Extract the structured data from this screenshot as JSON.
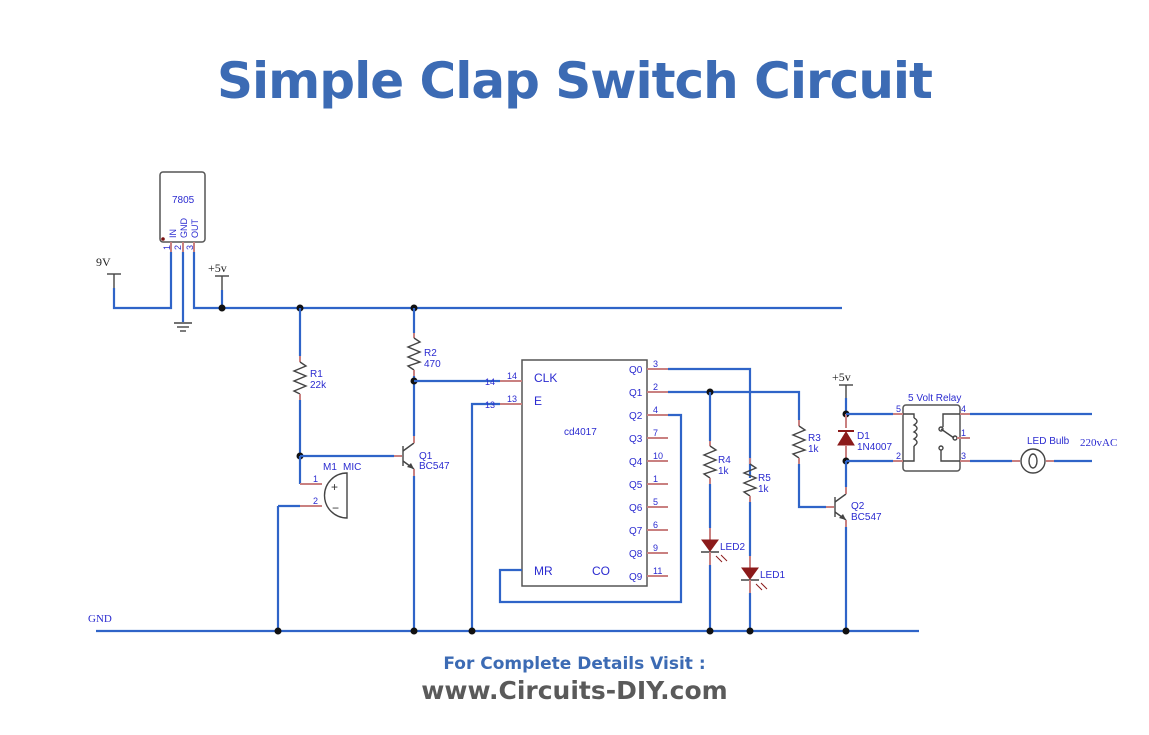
{
  "title": "Simple Clap Switch Circuit",
  "footer": {
    "line1": "For Complete Details Visit :",
    "line2": "www.Circuits-DIY.com"
  },
  "colors": {
    "title": "#3c6bb4",
    "wire": "#2f64c8",
    "pin": "#c98080",
    "label": "#2b2bd0",
    "led": "#8b1a1a",
    "footer_url": "#5a5a5a"
  },
  "labels": {
    "supply_9v": "9V",
    "supply_5v": "+5v",
    "supply_5v_relay": "+5v",
    "gnd": "GND",
    "ac": "220vAC"
  },
  "regulator": {
    "name": "7805",
    "pins": [
      "IN",
      "GND",
      "OUT"
    ],
    "pin_numbers": [
      "1",
      "2",
      "3"
    ]
  },
  "components": {
    "r1": {
      "ref": "R1",
      "value": "22k"
    },
    "r2": {
      "ref": "R2",
      "value": "470"
    },
    "r3": {
      "ref": "R3",
      "value": "1k"
    },
    "r4": {
      "ref": "R4",
      "value": "1k"
    },
    "r5": {
      "ref": "R5",
      "value": "1k"
    },
    "q1": {
      "ref": "Q1",
      "value": "BC547"
    },
    "q2": {
      "ref": "Q2",
      "value": "BC547"
    },
    "mic": {
      "ref": "M1",
      "value": "MIC",
      "pins": [
        "1",
        "2"
      ]
    },
    "d1": {
      "ref": "D1",
      "value": "1N4007"
    },
    "led1": {
      "ref": "LED1"
    },
    "led2": {
      "ref": "LED2"
    },
    "relay": {
      "name": "5 Volt Relay",
      "pins": [
        "5",
        "2",
        "4",
        "1",
        "3"
      ]
    },
    "bulb": {
      "name": "LED Bulb"
    }
  },
  "ic": {
    "name": "cd4017",
    "left_pins": [
      {
        "name": "CLK",
        "num": "14"
      },
      {
        "name": "E",
        "num": "13"
      }
    ],
    "bottom_pins": [
      "MR",
      "CO"
    ],
    "outputs": [
      {
        "name": "Q0",
        "num": "3"
      },
      {
        "name": "Q1",
        "num": "2"
      },
      {
        "name": "Q2",
        "num": "4"
      },
      {
        "name": "Q3",
        "num": "7"
      },
      {
        "name": "Q4",
        "num": "10"
      },
      {
        "name": "Q5",
        "num": "1"
      },
      {
        "name": "Q6",
        "num": "5"
      },
      {
        "name": "Q7",
        "num": "6"
      },
      {
        "name": "Q8",
        "num": "9"
      },
      {
        "name": "Q9",
        "num": "11"
      }
    ],
    "net_labels": [
      "14",
      "13"
    ]
  }
}
